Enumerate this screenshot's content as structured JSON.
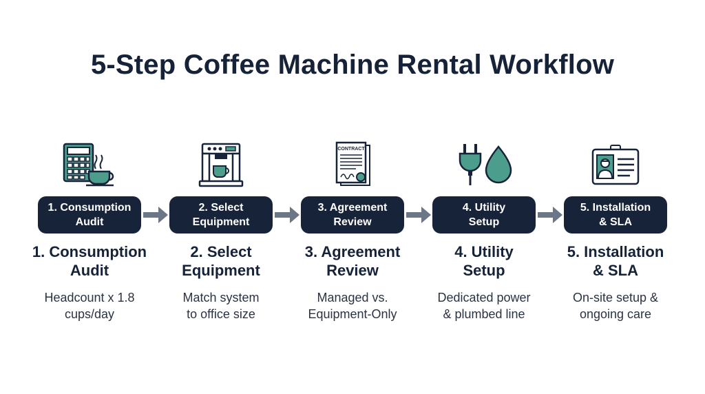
{
  "title": "5-Step Coffee Machine Rental Workflow",
  "colors": {
    "pill": "#172338",
    "accent": "#4d9d8d",
    "arrow": "#6b7687",
    "text": "#152238"
  },
  "steps": [
    {
      "pill": "1. Consumption\nAudit",
      "heading": "1. Consumption\nAudit",
      "description": "Headcount x 1.8\ncups/day",
      "icon": "calculator-coffee-cup-icon"
    },
    {
      "pill": "2. Select\nEquipment",
      "heading": "2. Select\nEquipment",
      "description": "Match system\nto office size",
      "icon": "espresso-machine-icon"
    },
    {
      "pill": "3. Agreement\nReview",
      "heading": "3. Agreement\nReview",
      "description": "Managed vs.\nEquipment-Only",
      "icon": "contract-document-icon",
      "icon_text": "CONTRACT"
    },
    {
      "pill": "4. Utility\nSetup",
      "heading": "4. Utility\nSetup",
      "description": "Dedicated power\n& plumbed line",
      "icon": "plug-water-drop-icon"
    },
    {
      "pill": "5. Installation\n& SLA",
      "heading": "5. Installation\n& SLA",
      "description": "On-site setup &\nongoing care",
      "icon": "technician-id-card-icon"
    }
  ]
}
